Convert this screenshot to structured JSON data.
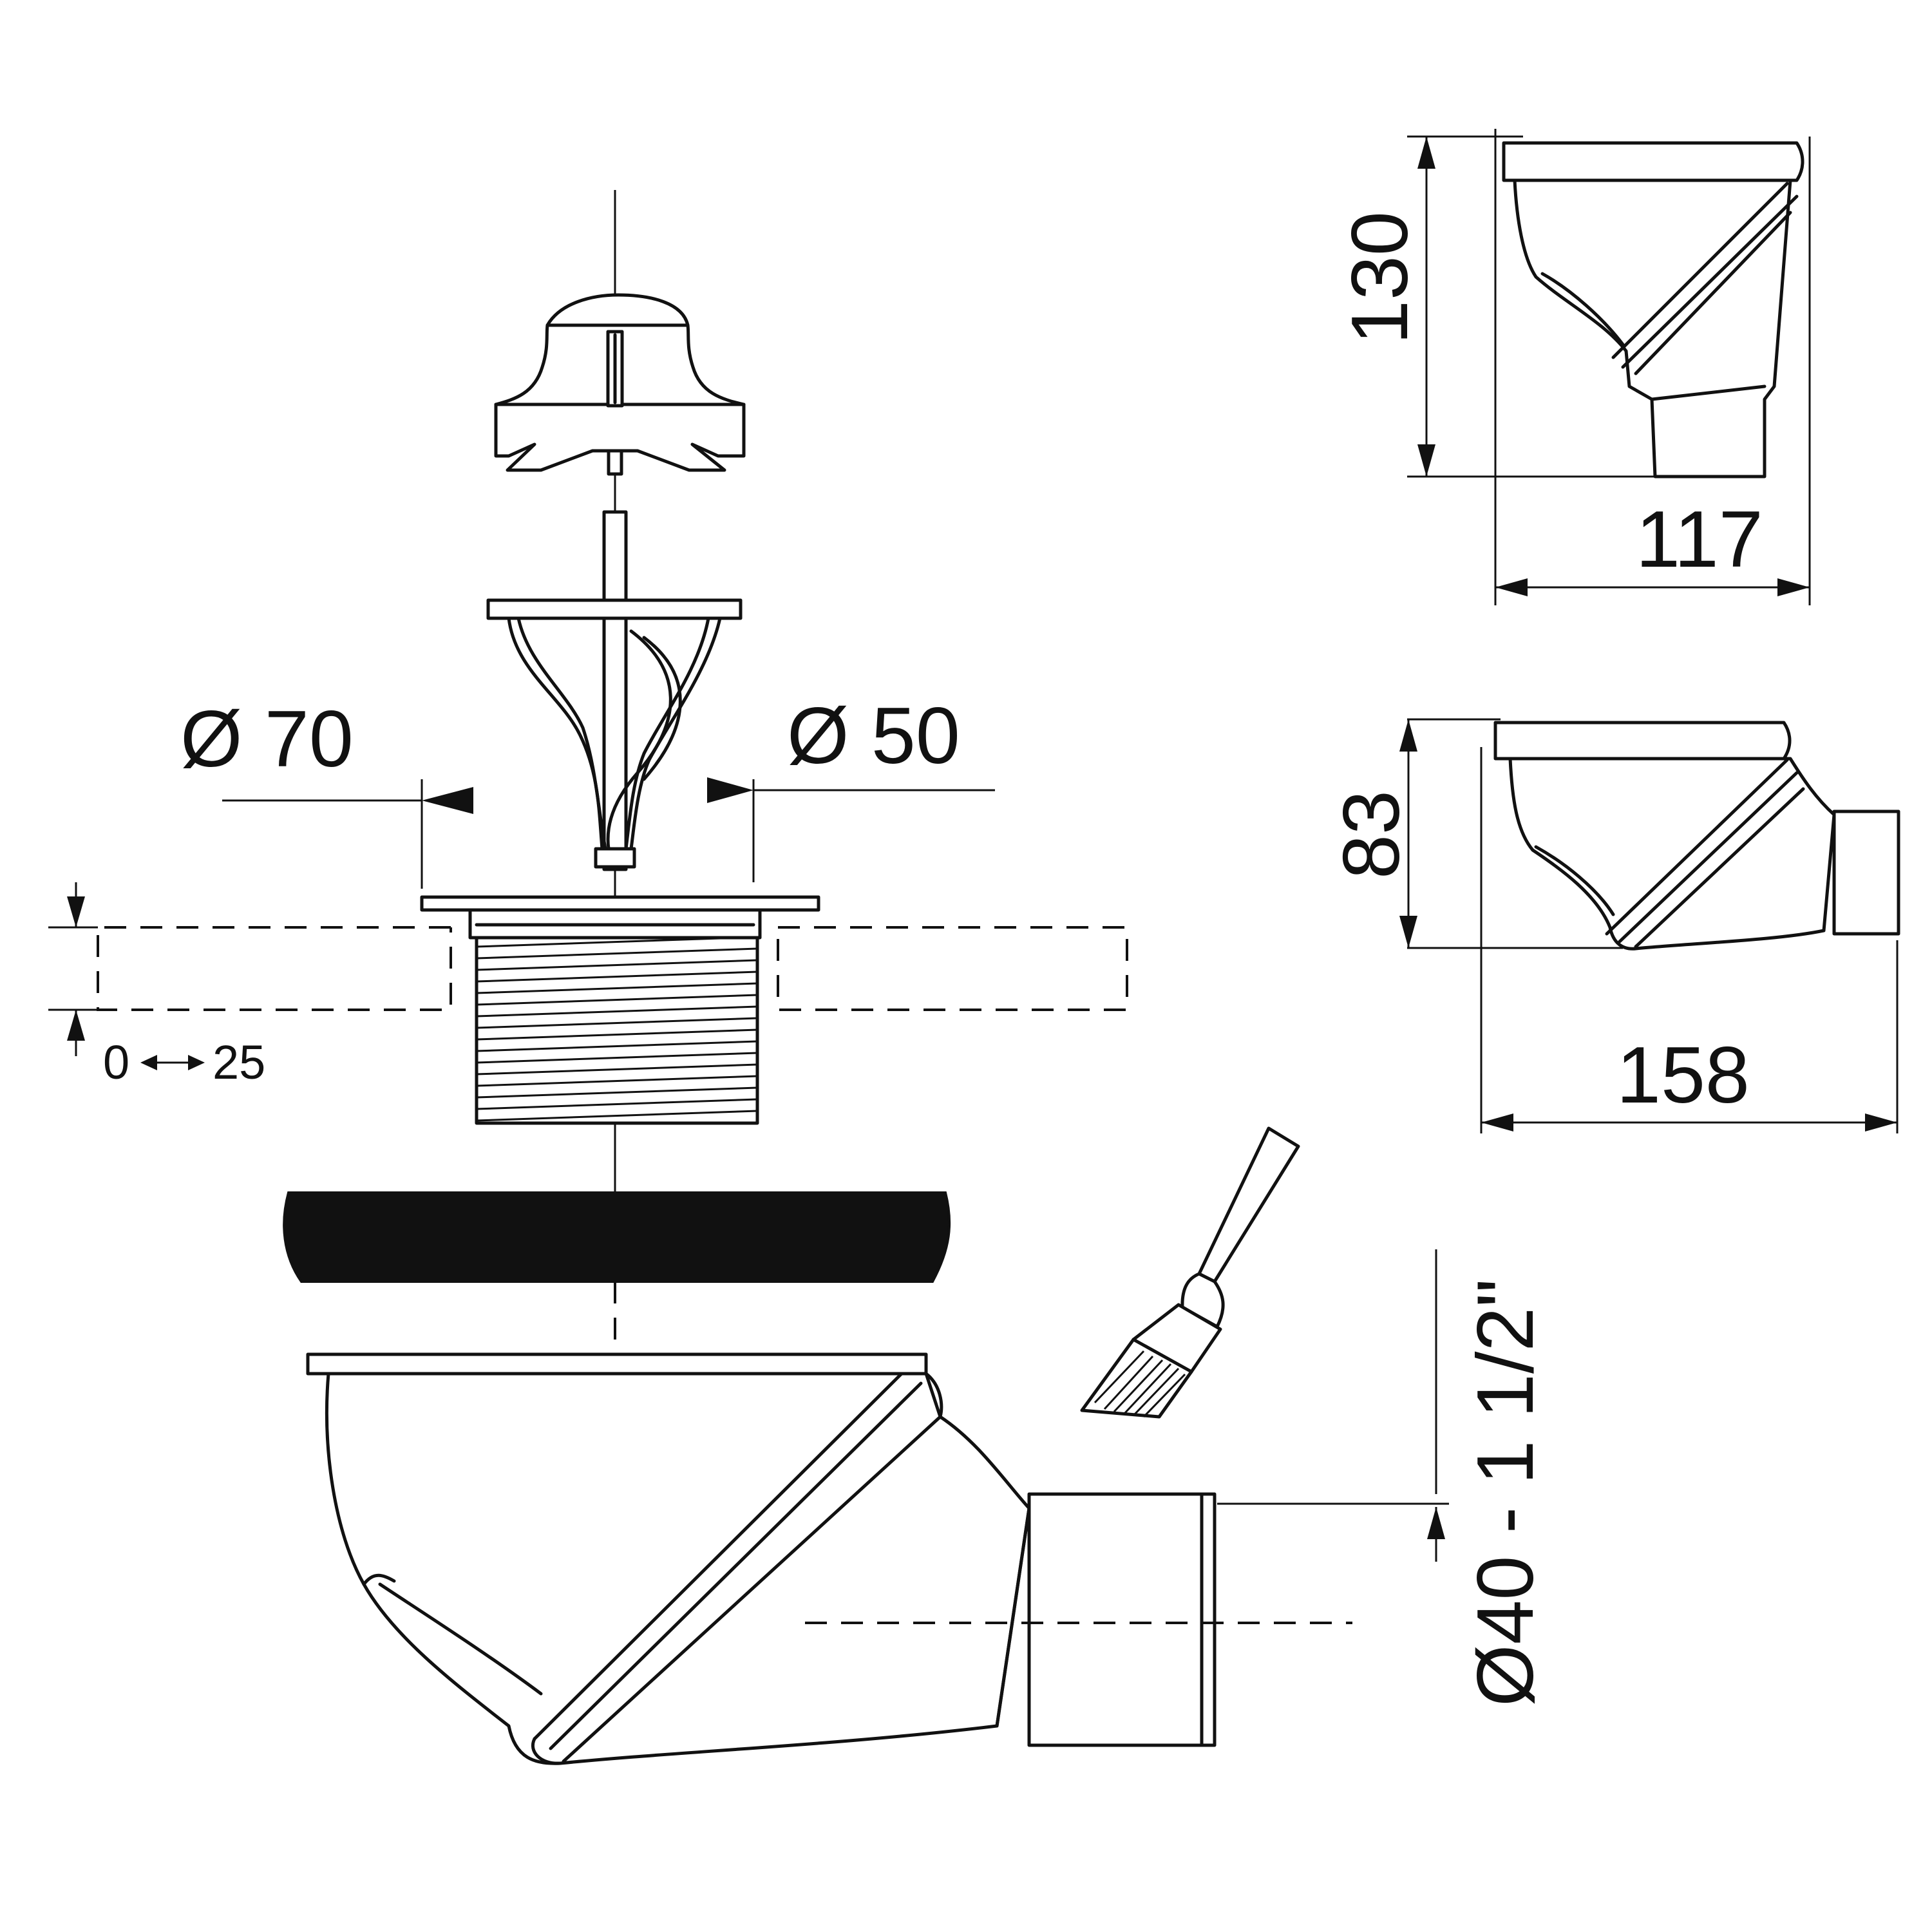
{
  "labels": {
    "dia70": "Ø 70",
    "dia50": "Ø 50",
    "range_left": "0",
    "range_right": "25",
    "height1": "130",
    "width1": "117",
    "height2": "83",
    "width2": "158",
    "outlet": "Ø40 - 1 1/2\""
  }
}
